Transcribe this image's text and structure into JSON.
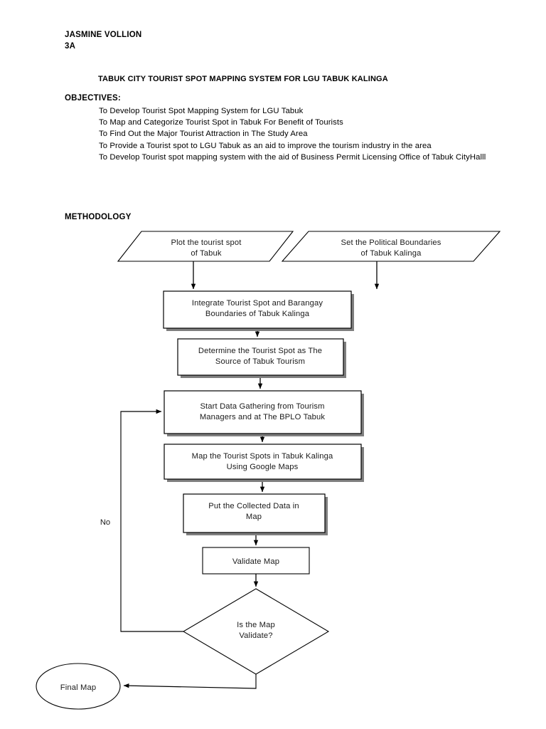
{
  "document": {
    "author_name": "JASMINE VOLLION",
    "author_section": "3A",
    "title": "TABUK CITY TOURIST SPOT MAPPING SYSTEM FOR LGU TABUK KALINGA",
    "objectives_heading": "OBJECTIVES:",
    "objectives": [
      "To Develop Tourist Spot Mapping System for LGU Tabuk",
      "To Map and Categorize Tourist Spot in Tabuk For Benefit of Tourists",
      "To Find Out the Major Tourist Attraction in The Study Area",
      "To Provide a Tourist spot to LGU Tabuk as an aid to improve the tourism industry in the area",
      "To Develop Tourist spot mapping system with the aid of Business Permit Licensing Office of Tabuk CityHalll"
    ],
    "methodology_heading": "METHODOLOGY"
  },
  "flowchart": {
    "nodes": [
      {
        "id": "plot-tourist-spot",
        "shape": "parallelogram",
        "lines": [
          "Plot the tourist spot",
          "of Tabuk"
        ]
      },
      {
        "id": "set-political-boundaries",
        "shape": "parallelogram",
        "lines": [
          "Set the Political Boundaries",
          "of Tabuk Kalinga"
        ]
      },
      {
        "id": "integrate-tourist-spot",
        "shape": "process",
        "lines": [
          "Integrate Tourist Spot and Barangay",
          "Boundaries of Tabuk Kalinga"
        ]
      },
      {
        "id": "determine-tourist-spot",
        "shape": "process",
        "lines": [
          "Determine the Tourist Spot as The",
          "Source of Tabuk Tourism"
        ]
      },
      {
        "id": "start-data-gathering",
        "shape": "process",
        "lines": [
          "Start Data Gathering from Tourism",
          "Managers and at The BPLO Tabuk"
        ]
      },
      {
        "id": "map-tourist-spots",
        "shape": "process",
        "lines": [
          "Map the Tourist Spots in Tabuk Kalinga",
          "Using Google Maps"
        ]
      },
      {
        "id": "put-collected-data",
        "shape": "process",
        "lines": [
          "Put the Collected Data in",
          "Map"
        ]
      },
      {
        "id": "validate-map",
        "shape": "process",
        "lines": [
          "Validate Map"
        ]
      },
      {
        "id": "is-map-validate",
        "shape": "decision",
        "lines": [
          "Is the Map",
          "Validate?"
        ]
      },
      {
        "id": "final-map",
        "shape": "terminator",
        "lines": [
          "Final Map"
        ]
      }
    ],
    "edge_labels": {
      "no_branch": "No"
    },
    "colors": {
      "stroke": "#000000",
      "fill": "#ffffff",
      "shadow": "#7f7f7f",
      "text": "#1a1a1a"
    }
  }
}
